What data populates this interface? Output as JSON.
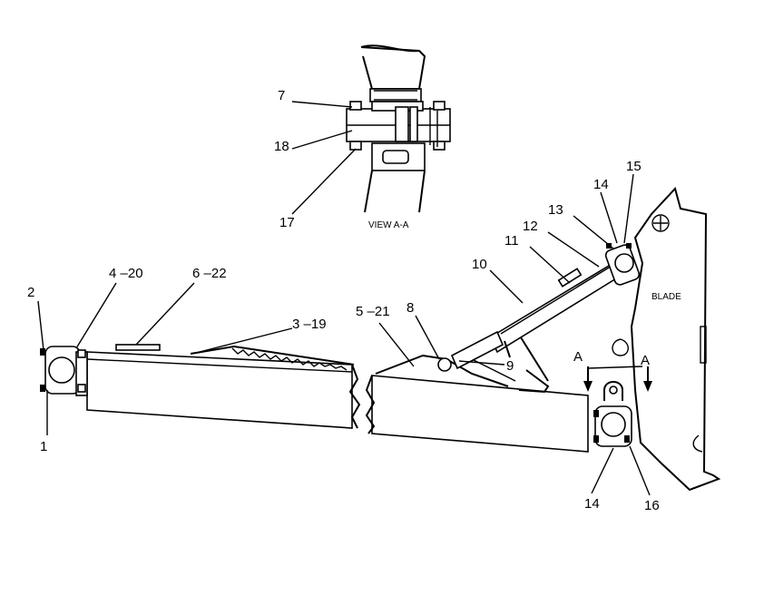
{
  "callouts": {
    "c1": "1",
    "c2": "2",
    "c3": "3 –19",
    "c4": "4 –20",
    "c5": "5 –21",
    "c6": "6 –22",
    "c7": "7",
    "c8": "8",
    "c9": "9",
    "c10": "10",
    "c11": "11",
    "c12": "12",
    "c13": "13",
    "c14a": "14",
    "c14b": "14",
    "c15": "15",
    "c16": "16",
    "c17": "17",
    "c18": "18"
  },
  "view_label": "VIEW  A-A",
  "blade_label": "BLADE",
  "section_marks": {
    "left": "A",
    "right": "A"
  }
}
